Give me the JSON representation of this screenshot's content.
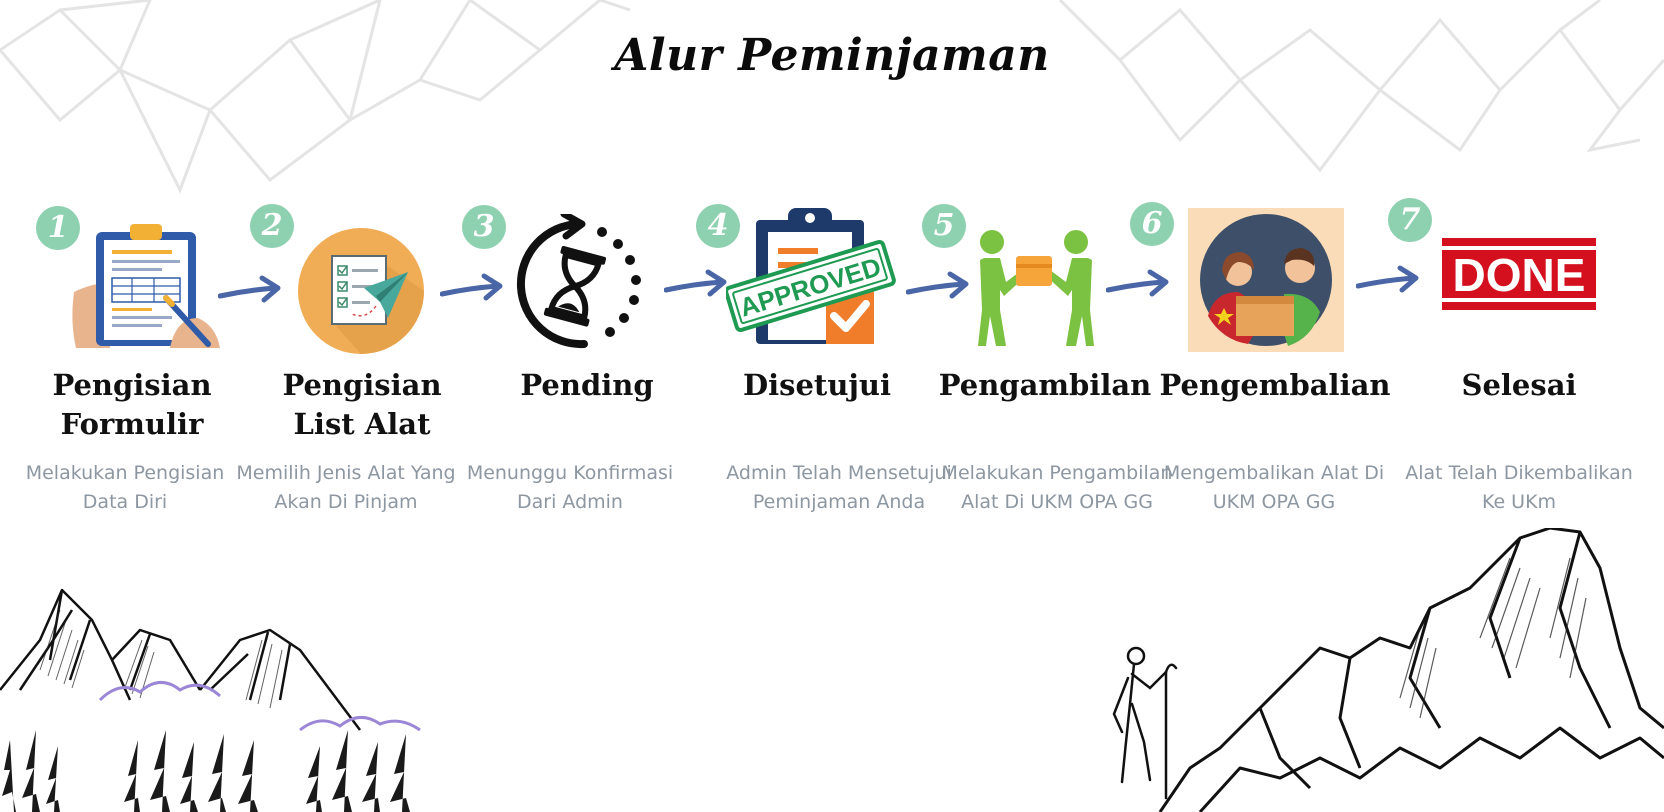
{
  "title": "Alur Peminjaman",
  "colors": {
    "badge": "#8ed1b0",
    "arrow": "#4a66a6",
    "description": "#8d97a1",
    "done_red": "#d4101e"
  },
  "steps": [
    {
      "number": "1",
      "icon": "form-clipboard-icon",
      "title": "Pengisian Formulir",
      "description": "Melakukan Pengisian Data Diri"
    },
    {
      "number": "2",
      "icon": "checklist-paper-plane-icon",
      "title": "Pengisian List Alat",
      "description": "Memilih Jenis Alat Yang Akan Di Pinjam"
    },
    {
      "number": "3",
      "icon": "hourglass-pending-icon",
      "title": "Pending",
      "description": "Menunggu Konfirmasi Dari Admin"
    },
    {
      "number": "4",
      "icon": "approved-clipboard-icon",
      "title": "Disetujui",
      "description": "Admin Telah Mensetujui Peminjaman Anda",
      "stamp_text": "APPROVED"
    },
    {
      "number": "5",
      "icon": "handover-icon",
      "title": "Pengambilan",
      "description": "Melakukan Pengambilan Alat Di UKM OPA GG"
    },
    {
      "number": "6",
      "icon": "return-box-icon",
      "title": "Pengembalian",
      "description": "Mengembalikan Alat Di UKM OPA GG"
    },
    {
      "number": "7",
      "icon": "done-stamp-icon",
      "title": "Selesai",
      "description": "Alat Telah Dikembalikan Ke UKm",
      "stamp_text": "DONE"
    }
  ]
}
